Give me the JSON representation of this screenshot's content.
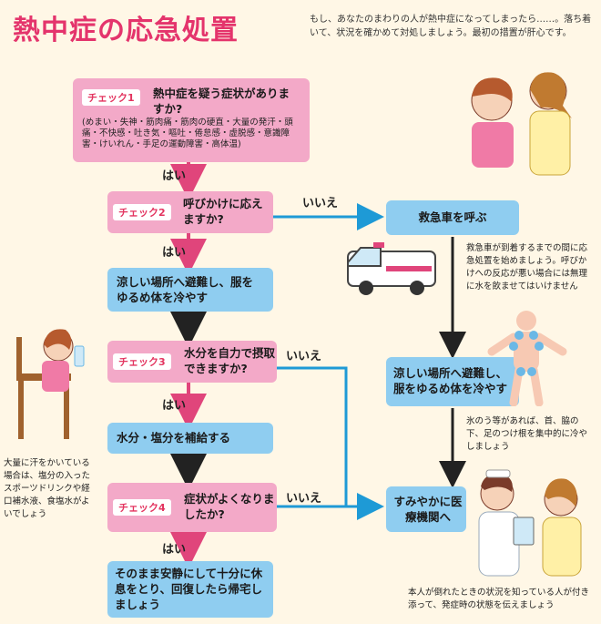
{
  "title": "熱中症の応急処置",
  "intro": "もし、あなたのまわりの人が熱中症になってしまったら……。落ち着いて、状況を確かめて対処しましょう。最初の措置が肝心です。",
  "check1": {
    "tag": "チェック1",
    "question": "熱中症を疑う症状がありますか?",
    "symptoms": "(めまい・失神・筋肉痛・筋肉の硬直・大量の発汗・頭痛・不快感・吐き気・嘔吐・倦怠感・虚脱感・意識障害・けいれん・手足の運動障害・高体温)"
  },
  "yes_label": "はい",
  "no_label": "いいえ",
  "check2": {
    "tag": "チェック2",
    "question": "呼びかけに応えますか?"
  },
  "call_ambulance": "救急車を呼ぶ",
  "ambulance_note": "救急車が到着するまでの間に応急処置を始めましょう。呼びかけへの反応が悪い場合には無理に水を飲ませてはいけません",
  "cool_down": "涼しい場所へ避難し、服をゆるめ体を冷やす",
  "check3": {
    "tag": "チェック3",
    "question": "水分を自力で摂取できますか?"
  },
  "hydrate": "水分・塩分を補給する",
  "hydrate_note": "大量に汗をかいている場合は、塩分の入ったスポーツドリンクや経口補水液、食塩水がよいでしょう",
  "cool_down_right": "涼しい場所へ避難し、服をゆるめ体を冷やす",
  "ice_note": "氷のう等があれば、首、脇の下、足のつけ根を集中的に冷やしましょう",
  "check4": {
    "tag": "チェック4",
    "question": "症状がよくなりましたか?"
  },
  "hospital": "すみやかに医療機関へ",
  "rest": "そのまま安静にして十分に休息をとり、回復したら帰宅しましょう",
  "hospital_note": "本人が倒れたときの状況を知っている人が付き添って、発症時の状態を伝えましょう",
  "colors": {
    "pink": "#f3a9c8",
    "blue": "#8fcdf0",
    "accent": "#e4346c",
    "arrow_pink": "#e0457b",
    "arrow_blue": "#1e9ad6"
  }
}
